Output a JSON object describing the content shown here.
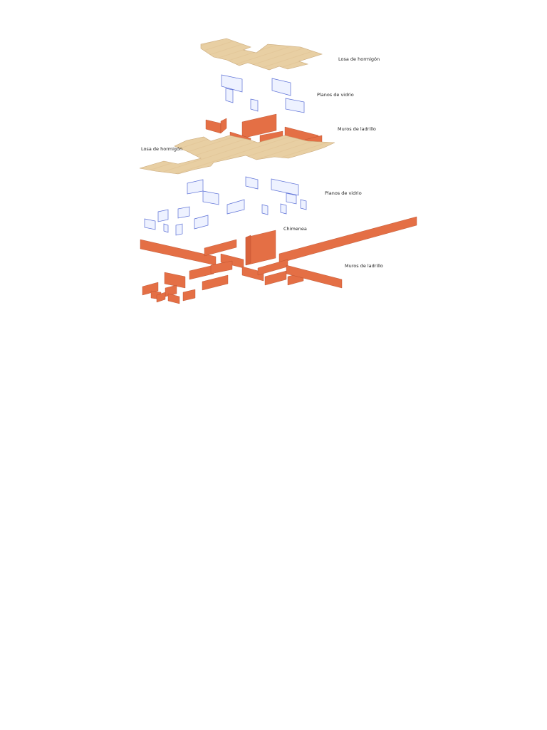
{
  "labels": {
    "losa_top": "Losa de hormigón",
    "planos_top": "Planos de vidrio",
    "muros_top": "Muros de ladrillo",
    "losa_mid": "Losa de hormigón",
    "planos_mid": "Planos de vidrio",
    "chimenea": "Chimenea",
    "muros_bottom": "Muros de ladrillo"
  },
  "colors": {
    "concrete_slab": "#e8cfa3",
    "glass": "#eef2ff",
    "glass_frame": "#5b6fd6",
    "brick": "#e46f45"
  }
}
